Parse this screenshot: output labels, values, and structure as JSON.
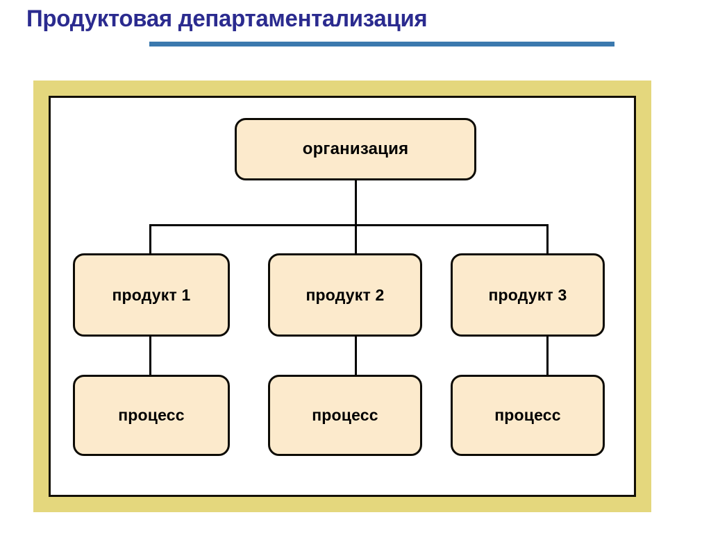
{
  "slide": {
    "title": "Продуктовая департаментализация",
    "title_color": "#2b2b8f",
    "rule_color": "#3b79ae",
    "frame_color": "#e4d77d",
    "node_fill": "#fceacc",
    "node_border": "#0d0b05",
    "canvas_background": "#ffffff"
  },
  "chart_data": {
    "type": "diagram",
    "diagram_kind": "organizational-chart",
    "orientation": "top-down",
    "title": "Продуктовая департаментализация",
    "levels": 3,
    "nodes": [
      {
        "id": "root",
        "label": "организация",
        "level": 0,
        "parent": null
      },
      {
        "id": "p1",
        "label": "продукт 1",
        "level": 1,
        "parent": "root"
      },
      {
        "id": "p2",
        "label": "продукт 2",
        "level": 1,
        "parent": "root"
      },
      {
        "id": "p3",
        "label": "продукт 3",
        "level": 1,
        "parent": "root"
      },
      {
        "id": "c1",
        "label": "процесс",
        "level": 2,
        "parent": "p1"
      },
      {
        "id": "c2",
        "label": "процесс",
        "level": 2,
        "parent": "p2"
      },
      {
        "id": "c3",
        "label": "процесс",
        "level": 2,
        "parent": "p3"
      }
    ],
    "edges": [
      {
        "from": "root",
        "to": "p1"
      },
      {
        "from": "root",
        "to": "p2"
      },
      {
        "from": "root",
        "to": "p3"
      },
      {
        "from": "p1",
        "to": "c1"
      },
      {
        "from": "p2",
        "to": "c2"
      },
      {
        "from": "p3",
        "to": "c3"
      }
    ]
  }
}
